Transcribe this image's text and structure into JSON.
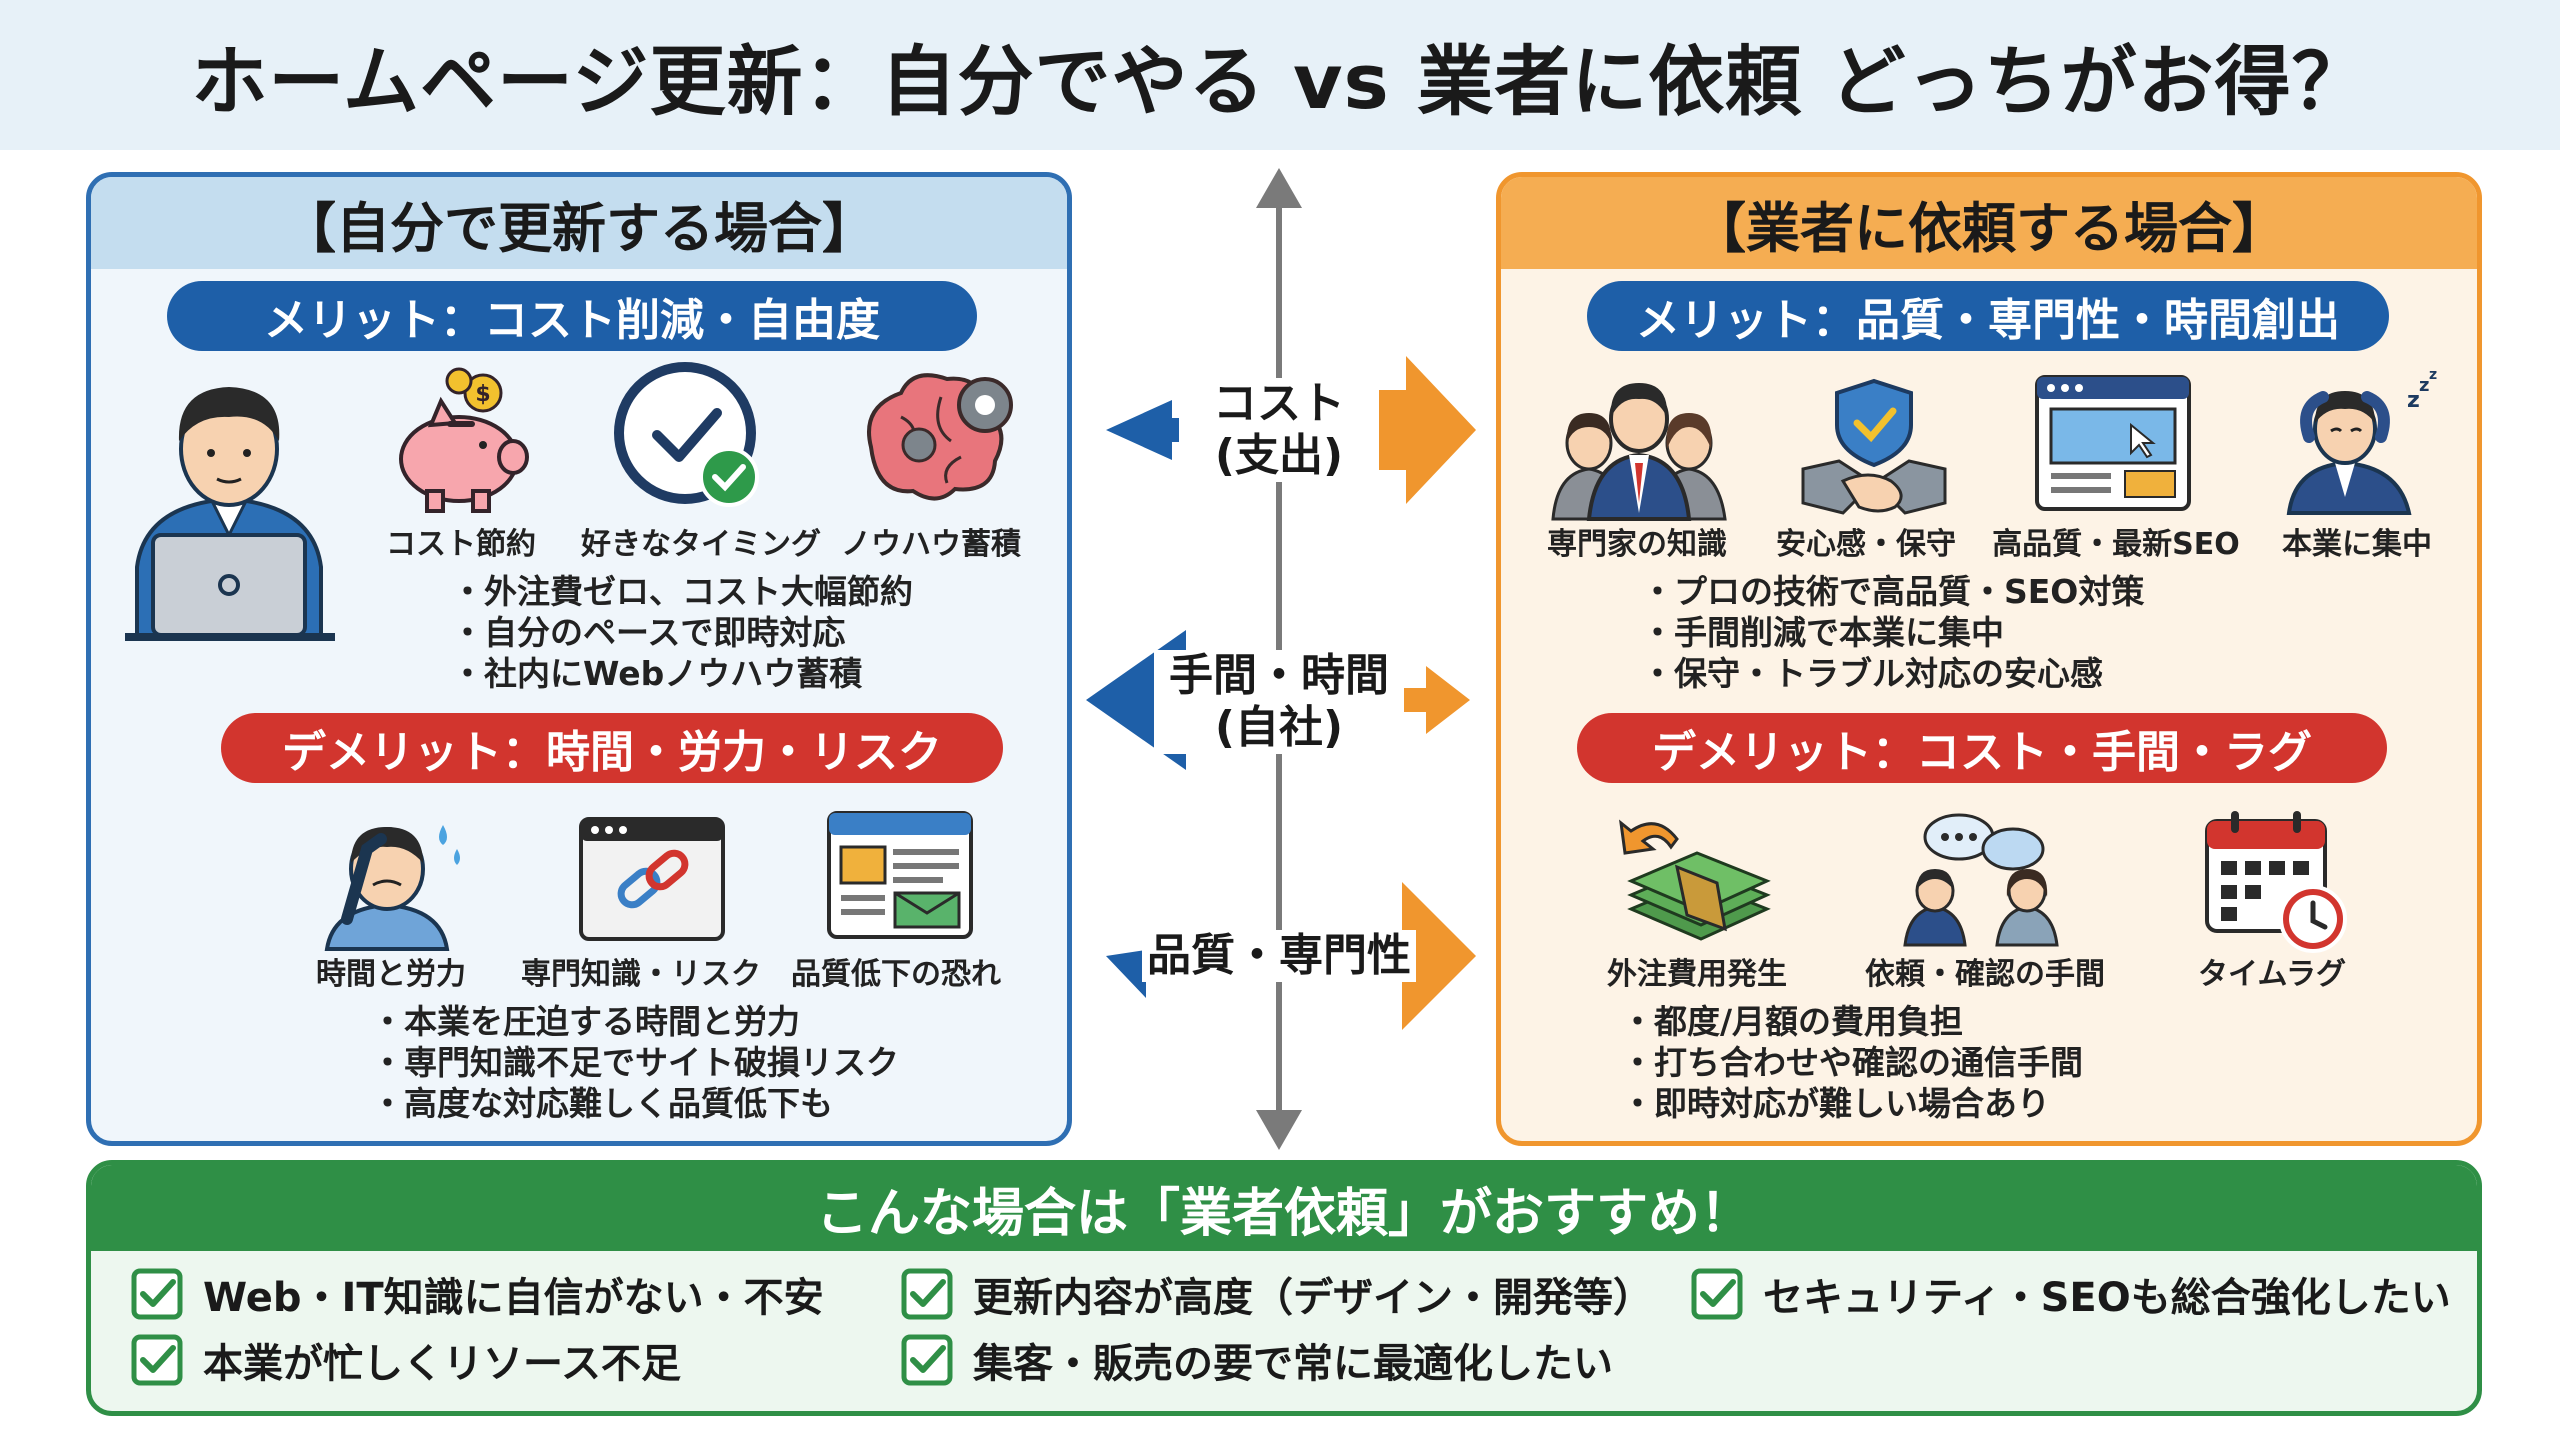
{
  "title": "ホームページ更新：自分でやる vs 業者に依頼 どっちがお得？",
  "left": {
    "heading": "【自分で更新する場合】",
    "merit": {
      "label": "メリット：コスト削減・自由度",
      "icons": [
        "コスト節約",
        "好きなタイミング",
        "ノウハウ蓄積"
      ],
      "bullets": [
        "外注費ゼロ、コスト大幅節約",
        "自分のペースで即時対応",
        "社内にWebノウハウ蓄積"
      ]
    },
    "demerit": {
      "label": "デメリット：時間・労力・リスク",
      "icons": [
        "時間と労力",
        "専門知識・リスク",
        "品質低下の恐れ"
      ],
      "bullets": [
        "本業を圧迫する時間と労力",
        "専門知識不足でサイト破損リスク",
        "高度な対応難しく品質低下も"
      ]
    }
  },
  "center": {
    "items": [
      {
        "line1": "コスト",
        "line2": "(支出)"
      },
      {
        "line1": "手間・時間",
        "line2": "(自社)"
      },
      {
        "line1": "品質・専門性",
        "line2": ""
      }
    ]
  },
  "right": {
    "heading": "【業者に依頼する場合】",
    "merit": {
      "label": "メリット：品質・専門性・時間創出",
      "icons": [
        "専門家の知識",
        "安心感・保守",
        "高品質・最新SEO",
        "本業に集中"
      ],
      "bullets": [
        "プロの技術で高品質・SEO対策",
        "手間削減で本業に集中",
        "保守・トラブル対応の安心感"
      ]
    },
    "demerit": {
      "label": "デメリット：コスト・手間・ラグ",
      "icons": [
        "外注費用発生",
        "依頼・確認の手間",
        "タイムラグ"
      ],
      "bullets": [
        "都度/月額の費用負担",
        "打ち合わせや確認の通信手間",
        "即時対応が難しい場合あり"
      ]
    }
  },
  "recommend": {
    "heading": "こんな場合は「業者依頼」がおすすめ！",
    "items": [
      "Web・IT知識に自信がない・不安",
      "更新内容が高度（デザイン・開発等）",
      "セキュリティ・SEOも総合強化したい",
      "本業が忙しくリソース不足",
      "集客・販売の要で常に最適化したい"
    ]
  },
  "colors": {
    "blue": "#1e5fa8",
    "orange": "#f0962e",
    "red": "#d2352e",
    "green": "#2f8f46"
  }
}
